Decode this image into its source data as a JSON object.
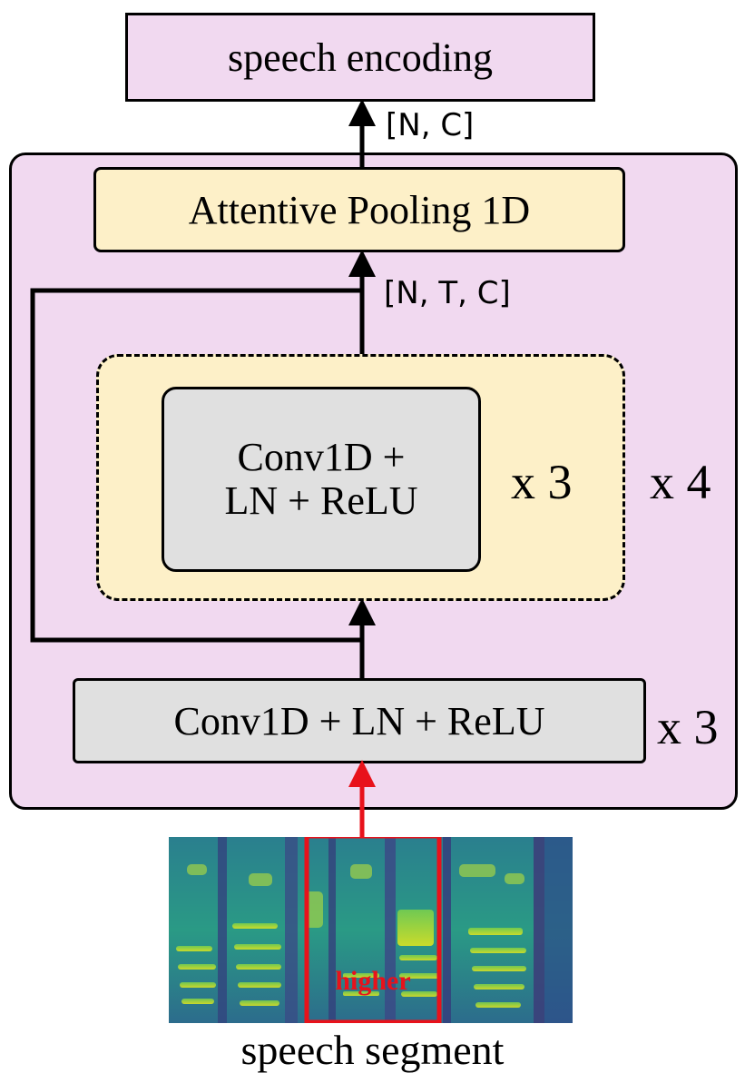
{
  "diagram": {
    "output": {
      "label": "speech encoding"
    },
    "pooling": {
      "label": "Attentive Pooling 1D"
    },
    "block": {
      "inner_line1": "Conv1D +",
      "inner_line2": "LN + ReLU",
      "inner_repeat": "x 3",
      "outer_repeat": "x 4"
    },
    "stem": {
      "label": "Conv1D + LN + ReLU",
      "repeat": "x 3"
    },
    "shapes": {
      "after_pooling": "[N, C]",
      "before_pooling": "[N, T, C]"
    },
    "input": {
      "caption": "speech segment",
      "highlight_label": "higher"
    },
    "colors": {
      "module_bg": "#f1d9f0",
      "pool_bg": "#fdf0c8",
      "layer_bg": "#e0e0e0",
      "highlight": "#e8121b"
    }
  }
}
